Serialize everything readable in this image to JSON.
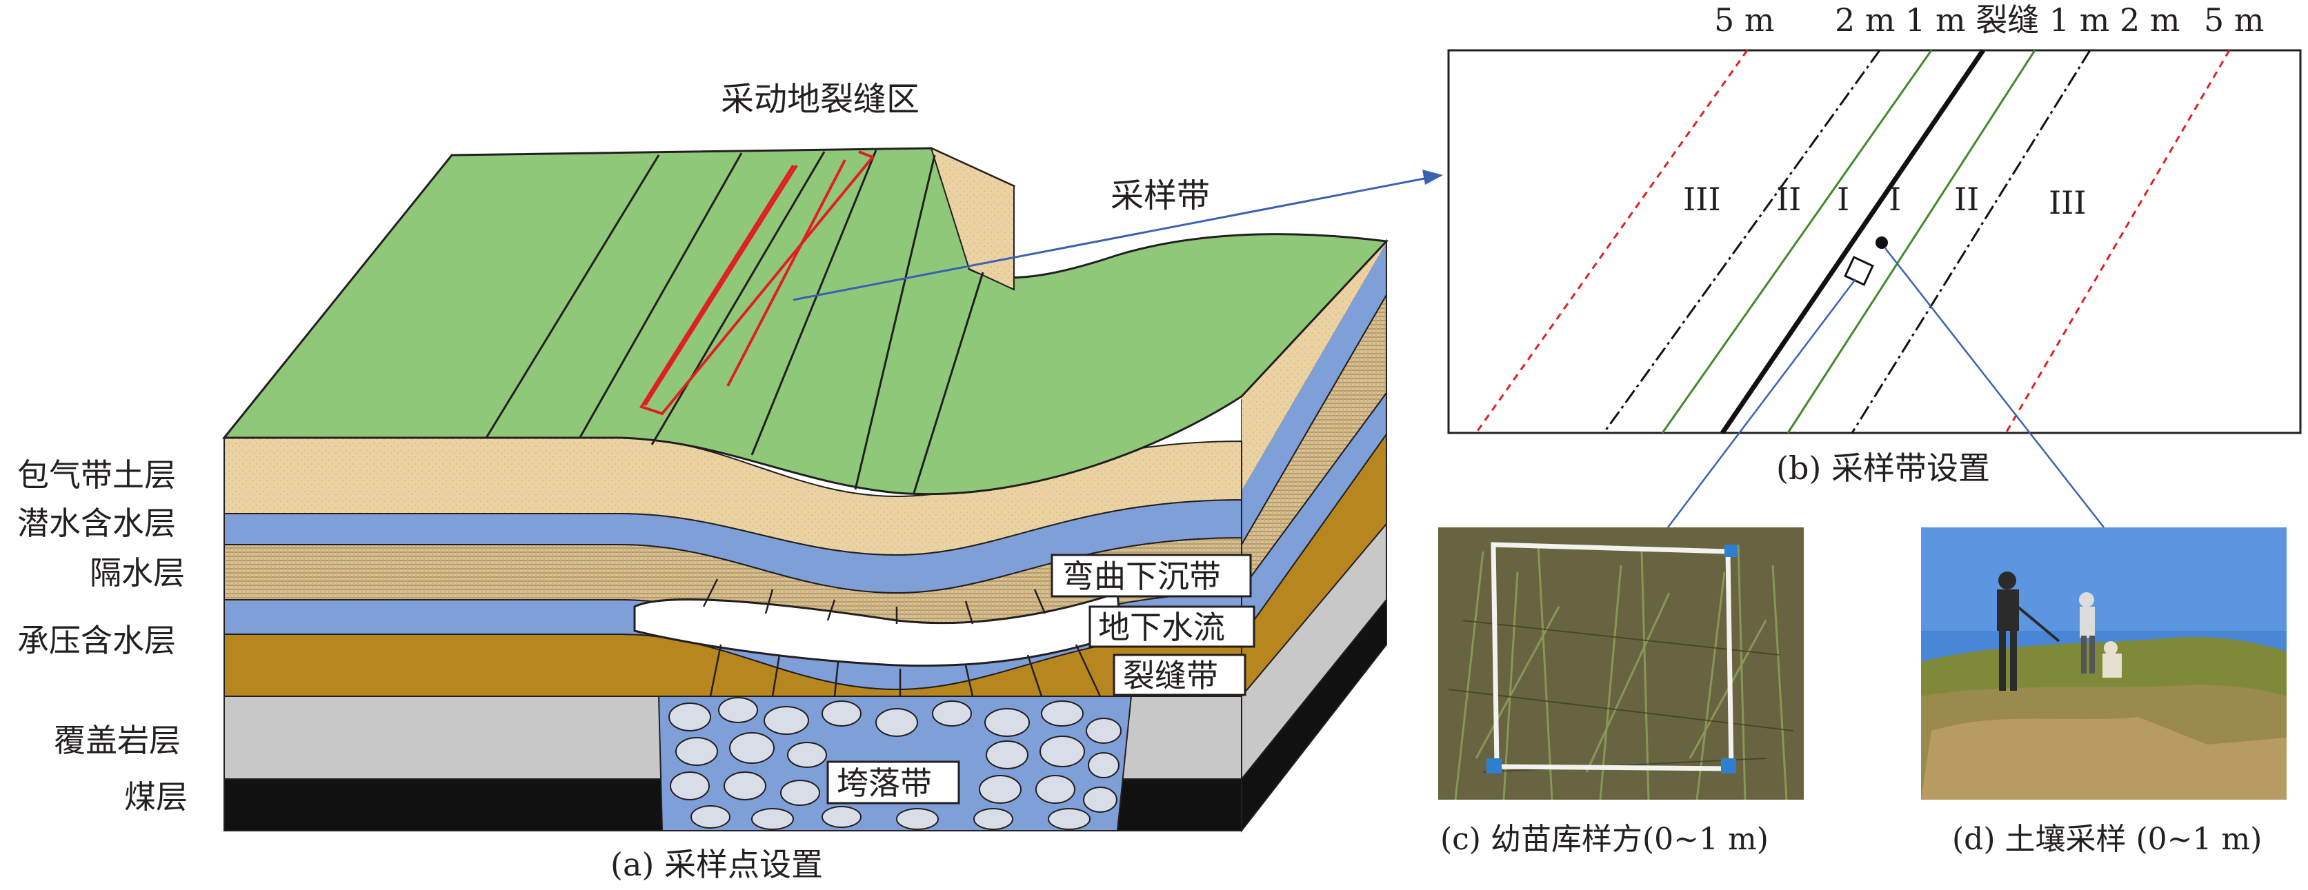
{
  "panel_a": {
    "title": "采动地裂缝区",
    "sampling_strip": "采样带",
    "caption": "(a) 采样点设置",
    "layers": [
      {
        "name": "包气带土层",
        "color": "#ead4a8"
      },
      {
        "name": "潜水含水层",
        "color": "#7f9fd8"
      },
      {
        "name": "隔水层",
        "color": "#d9c39a"
      },
      {
        "name": "承压含水层",
        "color": "#7f9fd8"
      },
      {
        "name": "覆盖岩层",
        "color": "#c8c8c8"
      },
      {
        "name": "煤层",
        "color": "#111111"
      }
    ],
    "zones": {
      "bending": "弯曲下沉带",
      "groundwater": "地下水流",
      "fracture": "裂缝带",
      "caving": "垮落带"
    },
    "colors": {
      "surface_green": "#90c87a",
      "sandy": "#e8cf9d",
      "water_blue": "#7f9fd8",
      "aquitard": "#c9ad7a",
      "confined_ochre": "#b8861e",
      "crack_red": "#e02020",
      "arrow_blue": "#3a62b0"
    }
  },
  "panel_b": {
    "caption": "(b) 采样带设置",
    "top_labels": {
      "left_5m": "5 m",
      "mid": "2 m 1 m 裂缝 1 m 2 m",
      "right_5m": "5 m"
    },
    "zones": [
      "III",
      "II",
      "I",
      "I",
      "II",
      "III"
    ],
    "line_colors": {
      "red_dashed": "#e02020",
      "green": "#3f8a2a",
      "crack": "#111111"
    }
  },
  "panel_c": {
    "caption": "(c) 幼苗库样方(0~1 m)"
  },
  "panel_d": {
    "caption": "(d) 土壤采样 (0~1 m)"
  }
}
